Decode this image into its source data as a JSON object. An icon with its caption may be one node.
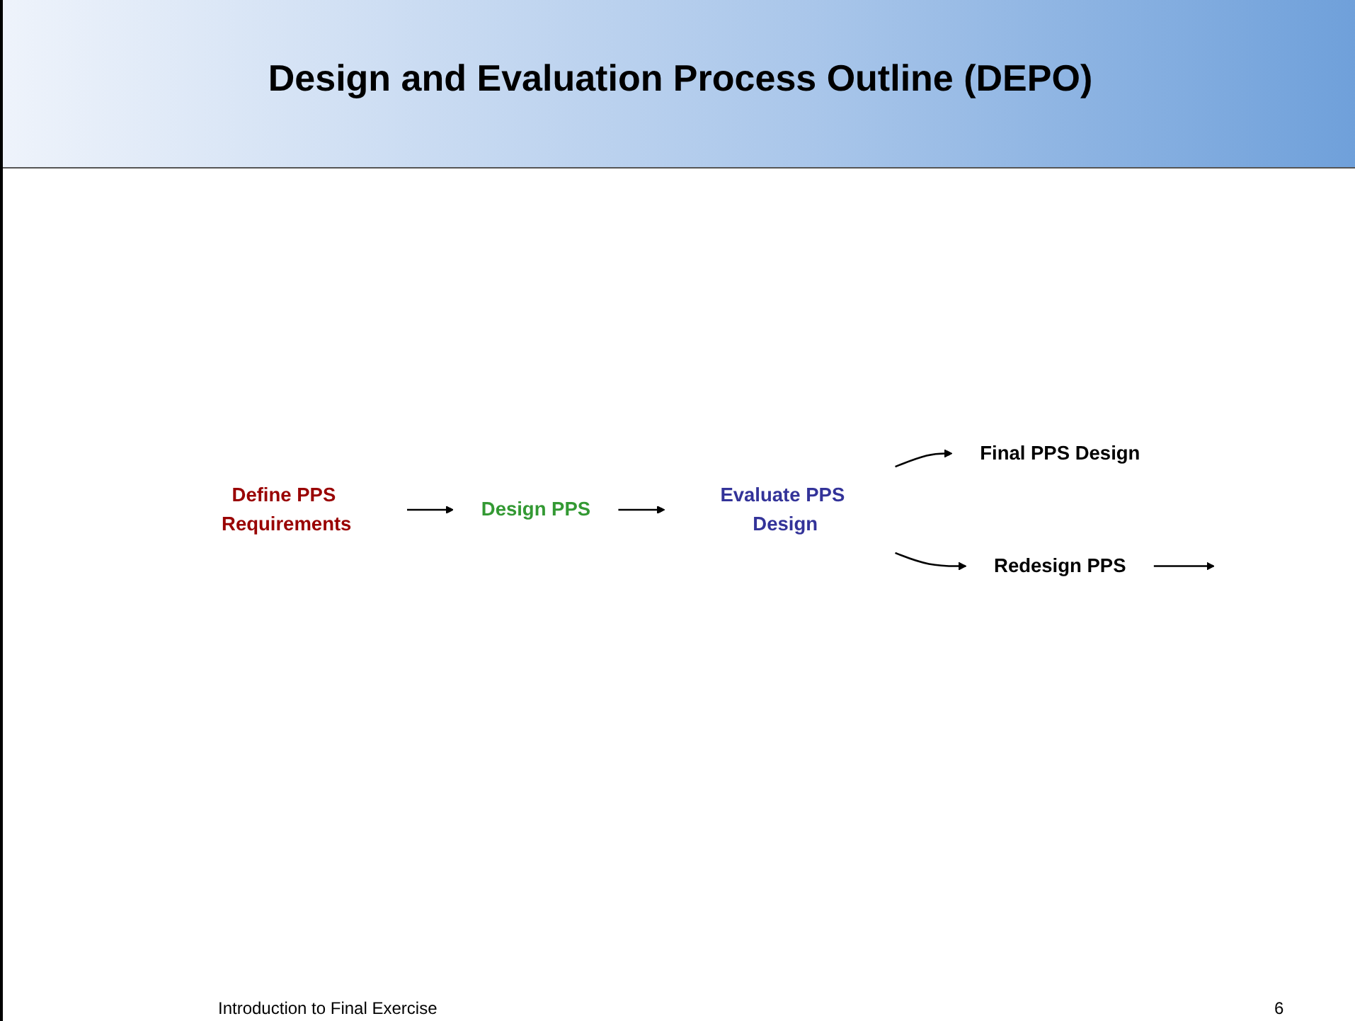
{
  "diagram": {
    "title": "Design and Evaluation Process Outline (DEPO)",
    "nodes": [
      {
        "text": [
          "Define PPS Requirements"
        ]
      },
      {
        "text": [
          "Design PPS"
        ]
      },
      {
        "text": [
          "Evaluate PPS Design"
        ]
      },
      {
        "text": [
          "Final PPS Design"
        ]
      },
      {
        "text": [
          "Redesign PPS"
        ]
      }
    ],
    "edges": [
      {
        "from": 0,
        "to": 1,
        "arrow": "to"
      },
      {
        "from": 1,
        "to": 2,
        "arrow": "to"
      },
      {
        "from": 2,
        "to": 3,
        "arrow": "to"
      },
      {
        "from": 2,
        "to": 4,
        "arrow": "to"
      },
      {
        "from": 4,
        "to": null,
        "arrow": "to"
      }
    ],
    "labels": [
      "Introduction to Final Exercise",
      "6"
    ]
  }
}
